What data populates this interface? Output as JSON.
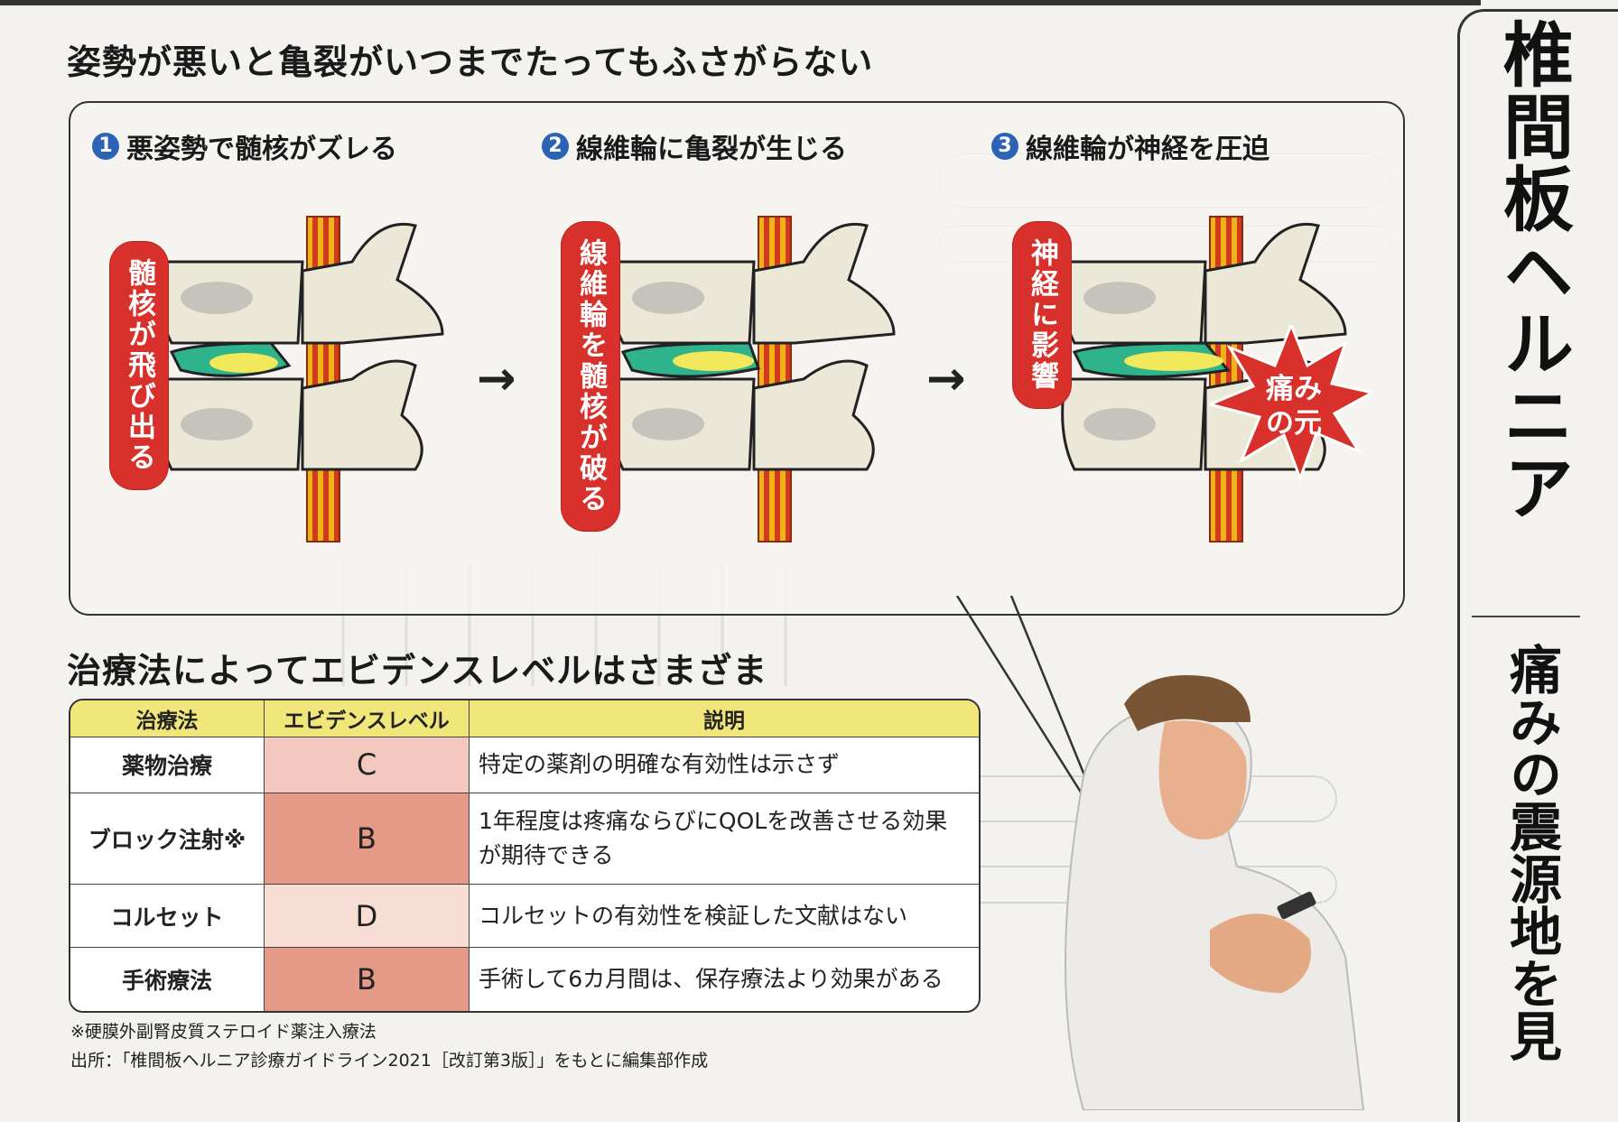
{
  "heading_top": "姿勢が悪いと亀裂がいつまでたってもふさがらない",
  "steps": [
    {
      "num": "1",
      "title": "悪姿勢で髄核がズレる",
      "callout": "髄核が飛び出る"
    },
    {
      "num": "2",
      "title": "線維輪に亀裂が生じる",
      "callout": "線維輪を髄核が破る"
    },
    {
      "num": "3",
      "title": "線維輪が神経を圧迫",
      "callout": "神経に影響",
      "burst": "痛みの元"
    }
  ],
  "arrow_glyph": "→",
  "heading_table": "治療法によってエビデンスレベルはさまざま",
  "table": {
    "headers": [
      "治療法",
      "エビデンスレベル",
      "説明"
    ],
    "rows": [
      {
        "name": "薬物治療",
        "level": "C",
        "desc": "特定の薬剤の明確な有効性は示さず",
        "color": "#f3c9bf"
      },
      {
        "name": "ブロック注射※",
        "level": "B",
        "desc": "1年程度は疼痛ならびにQOLを改善させる効果が期待できる",
        "color": "#e49a86"
      },
      {
        "name": "コルセット",
        "level": "D",
        "desc": "コルセットの有効性を検証した文献はない",
        "color": "#f8ddd5"
      },
      {
        "name": "手術療法",
        "level": "B",
        "desc": "手術して6カ月間は、保存療法より効果がある",
        "color": "#e49a86"
      }
    ]
  },
  "footnote": "※硬膜外副腎皮質ステロイド薬注入療法",
  "source": "出所：「椎間板ヘルニア診療ガイドライン2021［改訂第3版］」をもとに編集部作成",
  "side_title": "椎間板ヘルニア",
  "side_subtitle": "痛みの震源地を見",
  "colors": {
    "accent_red": "#d8302b",
    "step_blue": "#2c63b5",
    "header_yellow": "#f1e67a",
    "nerve_orange": "#e07b1a",
    "disc_green": "#2fb38a"
  }
}
